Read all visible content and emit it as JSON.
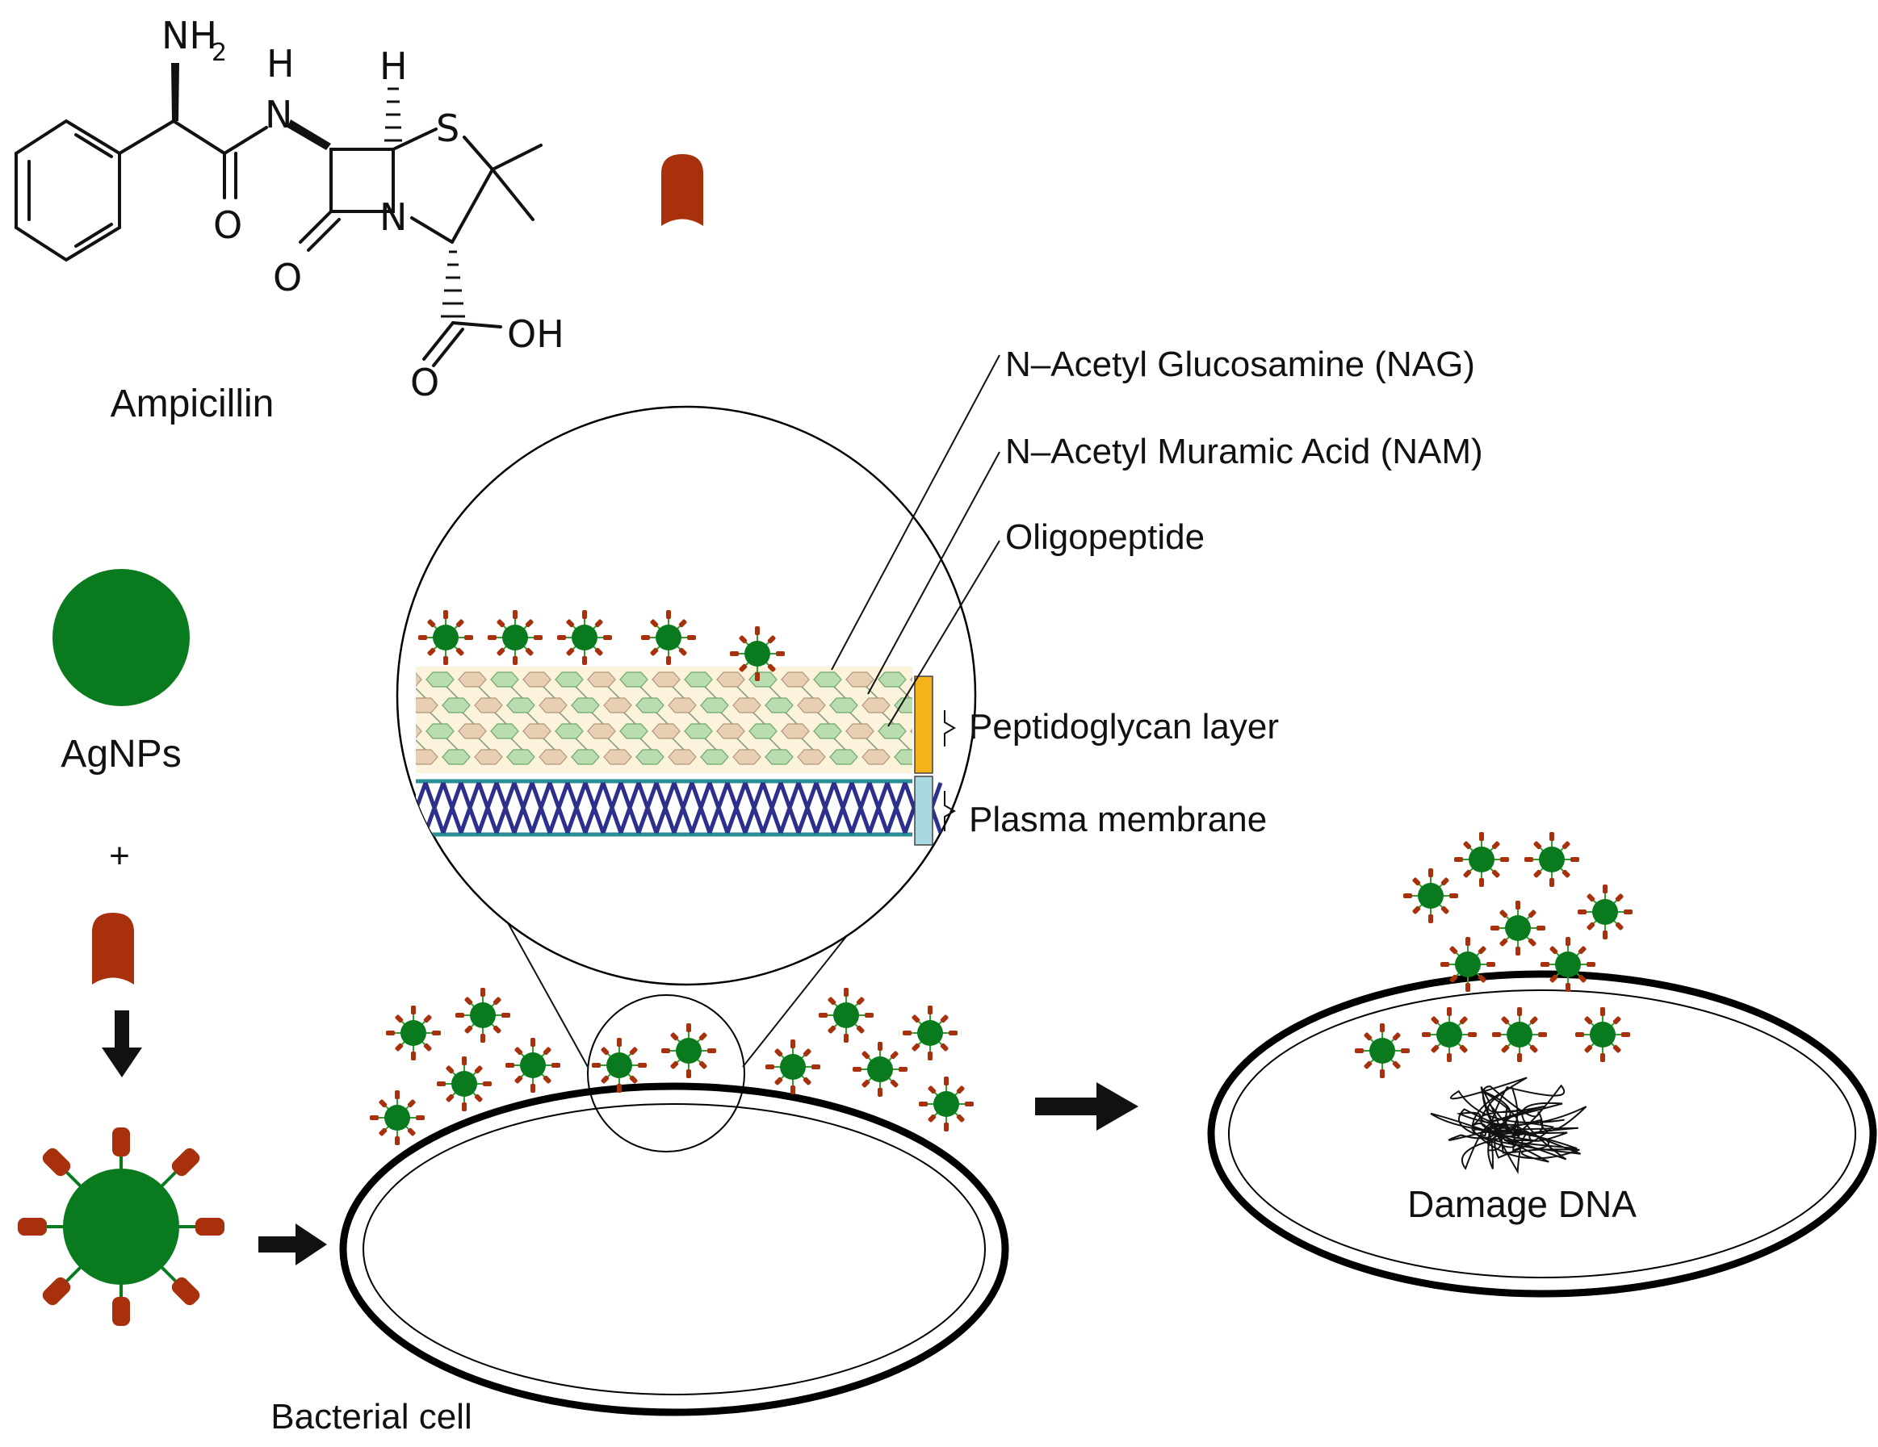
{
  "molecule": {
    "name": "Ampicillin",
    "atoms": {
      "nh2": "NH",
      "nh2_sub": "2",
      "h_amide": "H",
      "n_amide": "N",
      "h_ring": "H",
      "s": "S",
      "n_ring": "N",
      "o_amide": "O",
      "o_lactam": "O",
      "o_acid": "O",
      "oh": "OH"
    }
  },
  "labels": {
    "agnps": "AgNPs",
    "plus": "+",
    "nag": "N–Acetyl Glucosamine (NAG)",
    "nam": "N–Acetyl Muramic Acid (NAM)",
    "oligopeptide": "Oligopeptide",
    "peptidoglycan": "Peptidoglycan layer",
    "plasma_membrane": "Plasma membrane",
    "bacterial_cell": "Bacterial cell",
    "damage_dna": "Damage DNA"
  },
  "colors": {
    "nanoparticle": "#0a7a1e",
    "ampicillin": "#a8300c",
    "peptidoglycan_bar": "#f5b21a",
    "membrane_bar": "#a9d8e0",
    "nag_hex": "#b9dcb0",
    "nam_hex": "#e8cfb3",
    "membrane_mesh": "#2c2f8c",
    "membrane_line": "#2a8e96"
  },
  "icons": {
    "ampicillin": "capsule-icon",
    "agnp": "nanoparticle-icon",
    "conjugate": "functionalized-nanoparticle-icon",
    "arrow": "arrow-icon"
  }
}
